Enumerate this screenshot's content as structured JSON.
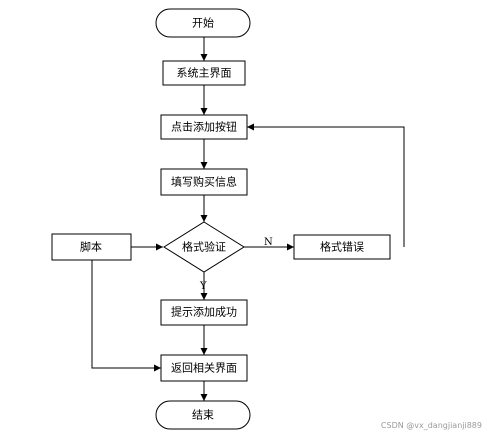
{
  "nodes": {
    "start": "开始",
    "main_ui": "系统主界面",
    "click_add": "点击添加按钮",
    "fill_info": "填写购买信息",
    "validate": "格式验证",
    "format_error": "格式错误",
    "script": "脚本",
    "prompt_success": "提示添加成功",
    "return_ui": "返回相关界面",
    "end": "结束"
  },
  "edge_labels": {
    "no": "N",
    "yes": "Y"
  },
  "watermark": "CSDN @vx_dangjianji889",
  "colors": {
    "stroke": "#000000",
    "fill": "#ffffff"
  }
}
